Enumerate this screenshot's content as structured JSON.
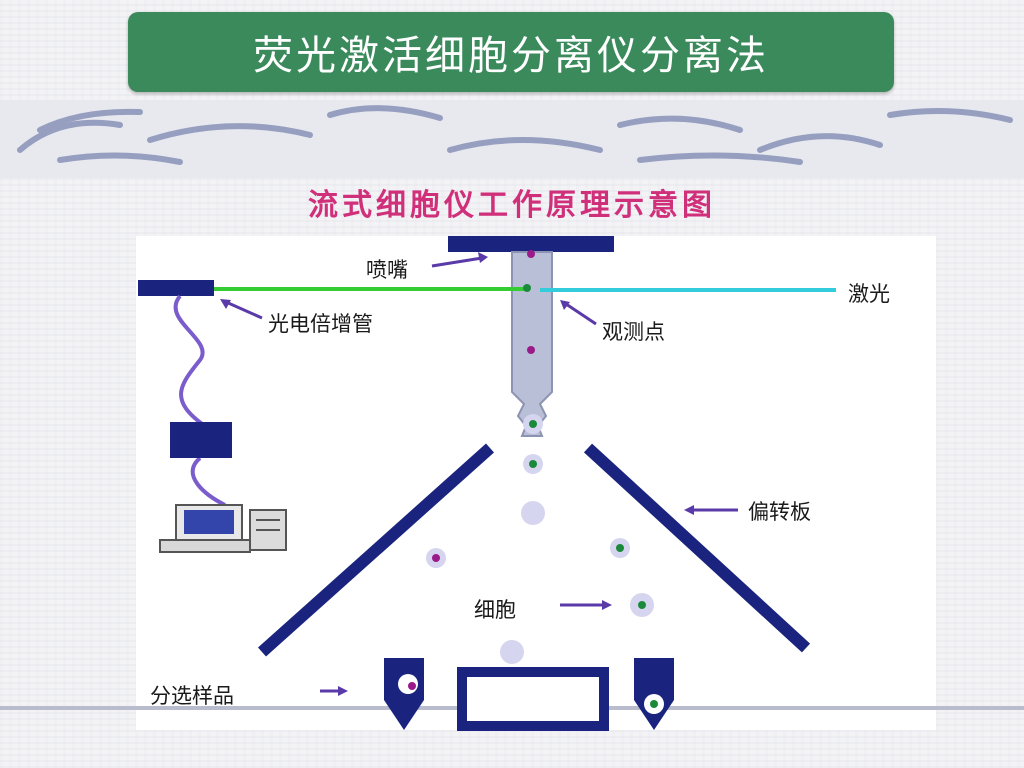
{
  "slide": {
    "title": "荧光激活细胞分离仪分离法",
    "diagram_title": "流式细胞仪工作原理示意图"
  },
  "labels": {
    "nozzle": "喷嘴",
    "laser": "激光",
    "photomultiplier": "光电倍增管",
    "observation_point": "观测点",
    "deflection_plate": "偏转板",
    "cell": "细胞",
    "sorted_sample": "分选样品"
  },
  "colors": {
    "title_bar": "#3a8a5c",
    "diagram_title": "#d0307a",
    "dark_blue": "#1a237e",
    "green_beam": "#33cc33",
    "cyan_beam": "#33ccdd",
    "cable": "#7a5ccc",
    "cell_purple": "#9b1a8a",
    "cell_green": "#1a8a3a",
    "cell_halo": "#d5d5f0"
  },
  "icons": [
    "computer-icon"
  ]
}
